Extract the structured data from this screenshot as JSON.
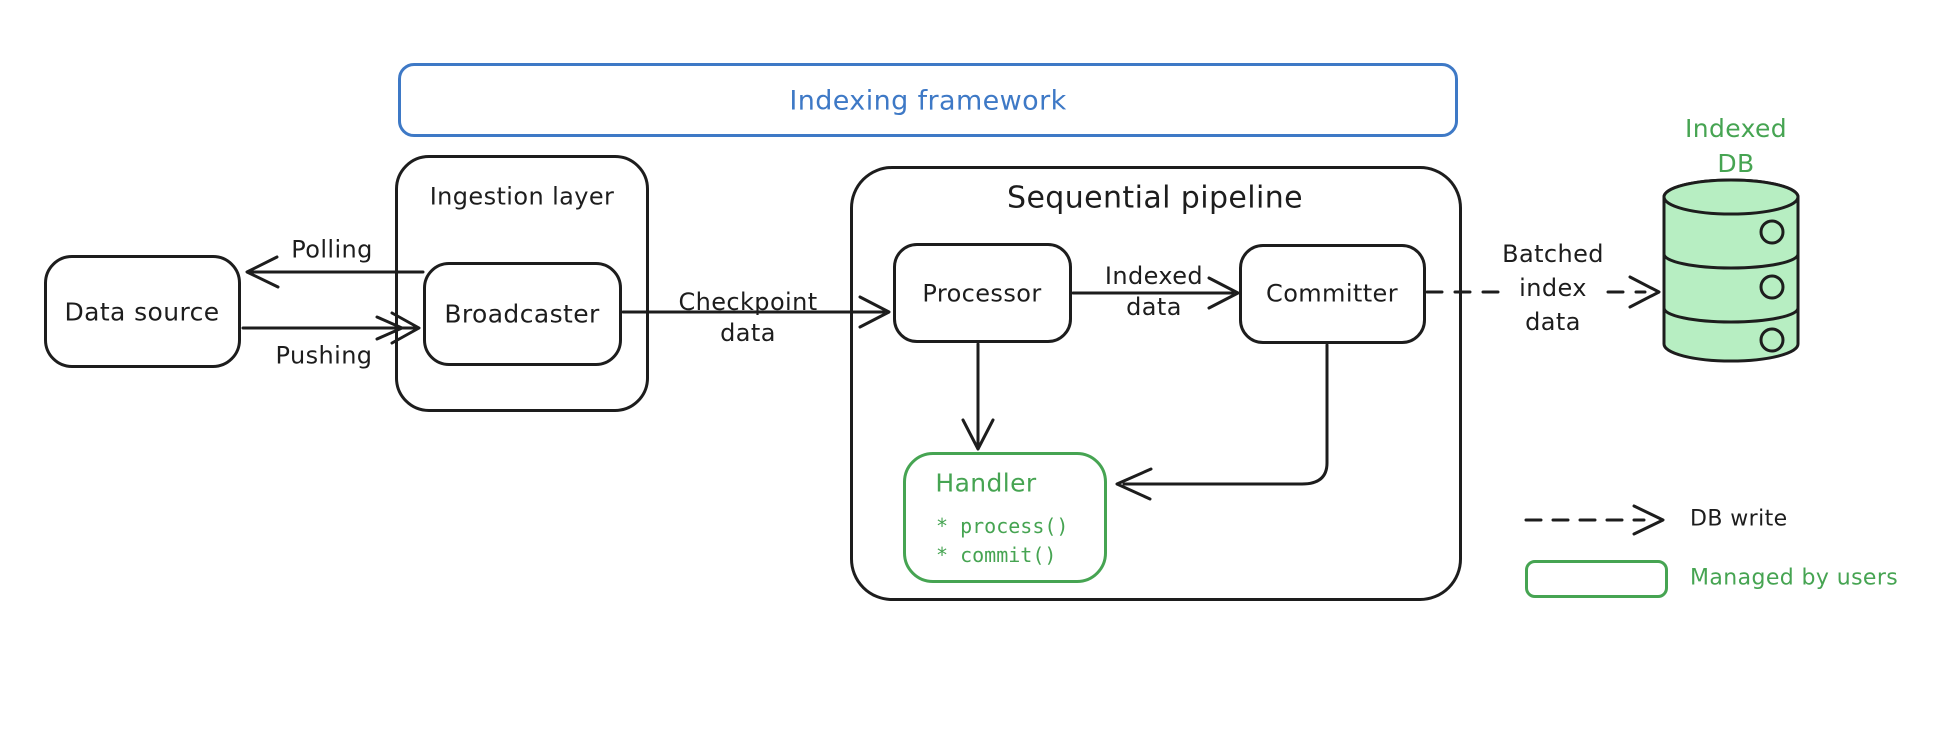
{
  "colors": {
    "ink": "#1d1d1d",
    "blue": "#3e79c6",
    "green": "#46a452",
    "green-fill": "#b7eec2"
  },
  "framework": {
    "title": "Indexing framework"
  },
  "ingestion": {
    "title": "Ingestion layer",
    "broadcaster": "Broadcaster"
  },
  "data_source": {
    "label": "Data source"
  },
  "pipeline": {
    "title": "Sequential pipeline",
    "processor": "Processor",
    "committer": "Committer",
    "handler": {
      "title": "Handler",
      "methods": [
        "* process()",
        "* commit()"
      ]
    }
  },
  "db": {
    "label": "Indexed\nDB"
  },
  "edges": {
    "polling": "Polling",
    "pushing": "Pushing",
    "checkpoint": "Checkpoint\ndata",
    "indexed": "Indexed\ndata",
    "batched_index": "Batched\nindex\ndata"
  },
  "legend": {
    "db_write": "DB write",
    "managed_by_users": "Managed by users"
  }
}
